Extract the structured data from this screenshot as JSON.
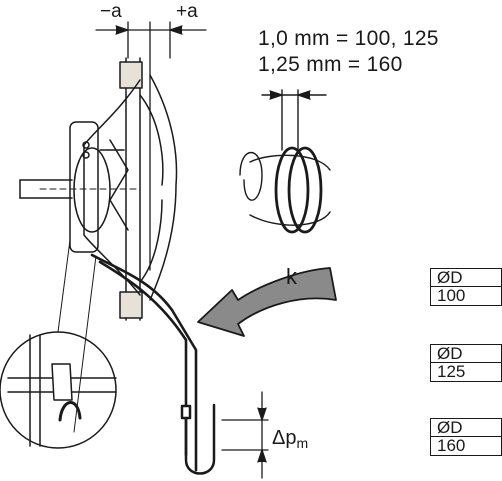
{
  "labels": {
    "minus_a": "−a",
    "plus_a": "+a",
    "spec_line1": "1,0  mm = 100, 125",
    "spec_line2": "1,25 mm = 160",
    "k": "k",
    "delta_p": "Δp",
    "delta_p_sub": "m"
  },
  "size_table": [
    {
      "header": "ØD",
      "value": "100"
    },
    {
      "header": "ØD",
      "value": "125"
    },
    {
      "header": "ØD",
      "value": "160"
    }
  ],
  "colors": {
    "ink": "#1a1a1a",
    "arrow_fill": "#8a8a8a",
    "block_fill": "#e6e2d8"
  }
}
